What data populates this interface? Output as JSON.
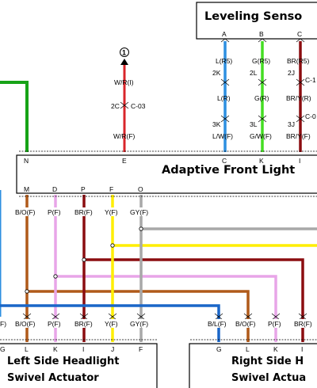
{
  "colors": {
    "blue": "#1a66c8",
    "light_blue": "#2d8fe0",
    "green": "#17a317",
    "bright_green": "#44dd22",
    "dark_red": "#8b0d10",
    "red": "#d9252a",
    "orange_brown": "#b05a1a",
    "pink": "#e8a5e8",
    "yellow": "#ffee00",
    "gray": "#a8a8a8"
  },
  "components": {
    "leveling_sensor": "Leveling Senso",
    "adaptive_front_light": "Adaptive Front Light",
    "left_actuator_line1": "Left Side Headlight",
    "left_actuator_line2": "Swivel Actuator",
    "right_actuator_line1": "Right Side H",
    "right_actuator_line2": "Swivel Actua"
  },
  "ground_symbol": "1",
  "sensor_pins": {
    "a": "A",
    "b": "B",
    "c": "C"
  },
  "sensor_wires": {
    "w1_r5": "L(R5)",
    "w2_r5": "G(R5)",
    "w3_r5": "BR(R5)",
    "j1": "2K",
    "j2": "2L",
    "j3": "2J",
    "c1": "C-1",
    "w1_r": "L(R)",
    "w2_r": "G(R)",
    "w3_r": "BR/Y(R)",
    "c0": "C-0",
    "k1": "3K",
    "k2": "3L",
    "k3": "3J",
    "w1_f": "L/W(F)",
    "w2_f": "G/W(F)",
    "w3_f": "BR/Y(F)"
  },
  "ground_wire": {
    "w_r": "W/R(I)",
    "connector_pin": "2C",
    "connector": "C-03",
    "w_f": "W/R(F)"
  },
  "afl_top_pins": {
    "n": "N",
    "e": "E",
    "c": "C",
    "k": "K",
    "i": "I"
  },
  "afl_bottom_pins": {
    "m": "M",
    "d": "D",
    "p": "P",
    "f": "F",
    "o": "O"
  },
  "afl_bottom_wires": {
    "bo": "B/O(F)",
    "p": "P(F)",
    "br": "BR(F)",
    "y": "Y(F)",
    "gy": "GY(F)"
  },
  "left_act_wires": {
    "cut": "F)",
    "bo": "B/O(F)",
    "p": "P(F)",
    "br": "BR(F)",
    "y": "Y(F)",
    "gy": "GY(F)"
  },
  "left_act_pins": {
    "g": "G",
    "l": "L",
    "k": "K",
    "i": "I",
    "j": "J",
    "f": "F"
  },
  "right_act_wires": {
    "bl": "B/L(F)",
    "bo": "B/O(F)",
    "p": "P(F)",
    "br": "BR(F)"
  },
  "right_act_pins": {
    "g": "G",
    "l": "L",
    "k": "K",
    "i": "I"
  }
}
